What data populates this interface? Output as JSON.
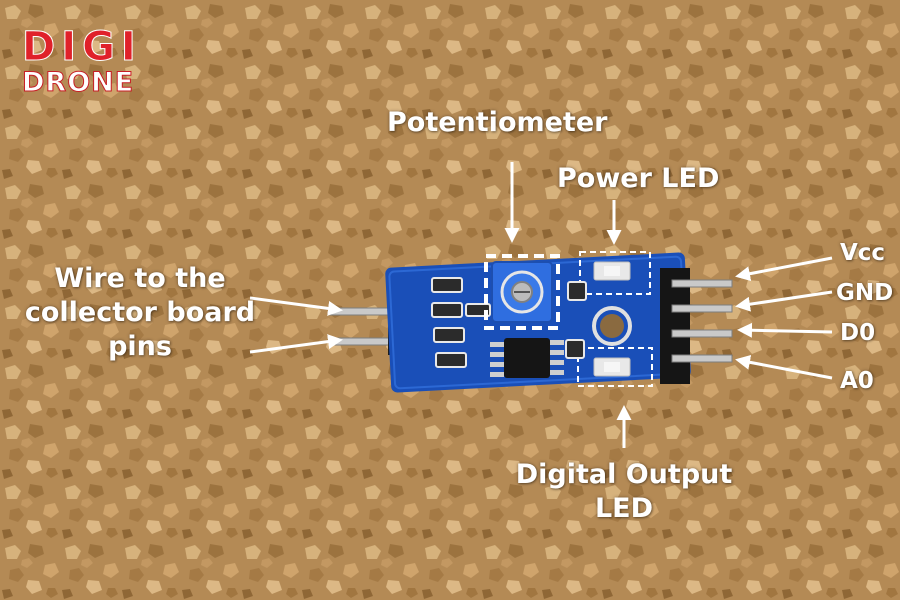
{
  "logo": {
    "line1": "DIGI",
    "line2": "DRONE",
    "accent_color": "#e0212a"
  },
  "labels": {
    "potentiometer": "Potentiometer",
    "power_led": "Power LED",
    "wire_line1": "Wire to the",
    "wire_line2": "collector board",
    "wire_line3": "pins",
    "vcc": "Vcc",
    "gnd": "GND",
    "d0": "D0",
    "a0": "A0",
    "digital_line1": "Digital Output",
    "digital_line2": "LED"
  },
  "board": {
    "color": "#1a4fb8",
    "pot_color": "#2f6ee0"
  },
  "background": {
    "cork_color": "#b98f5a"
  }
}
